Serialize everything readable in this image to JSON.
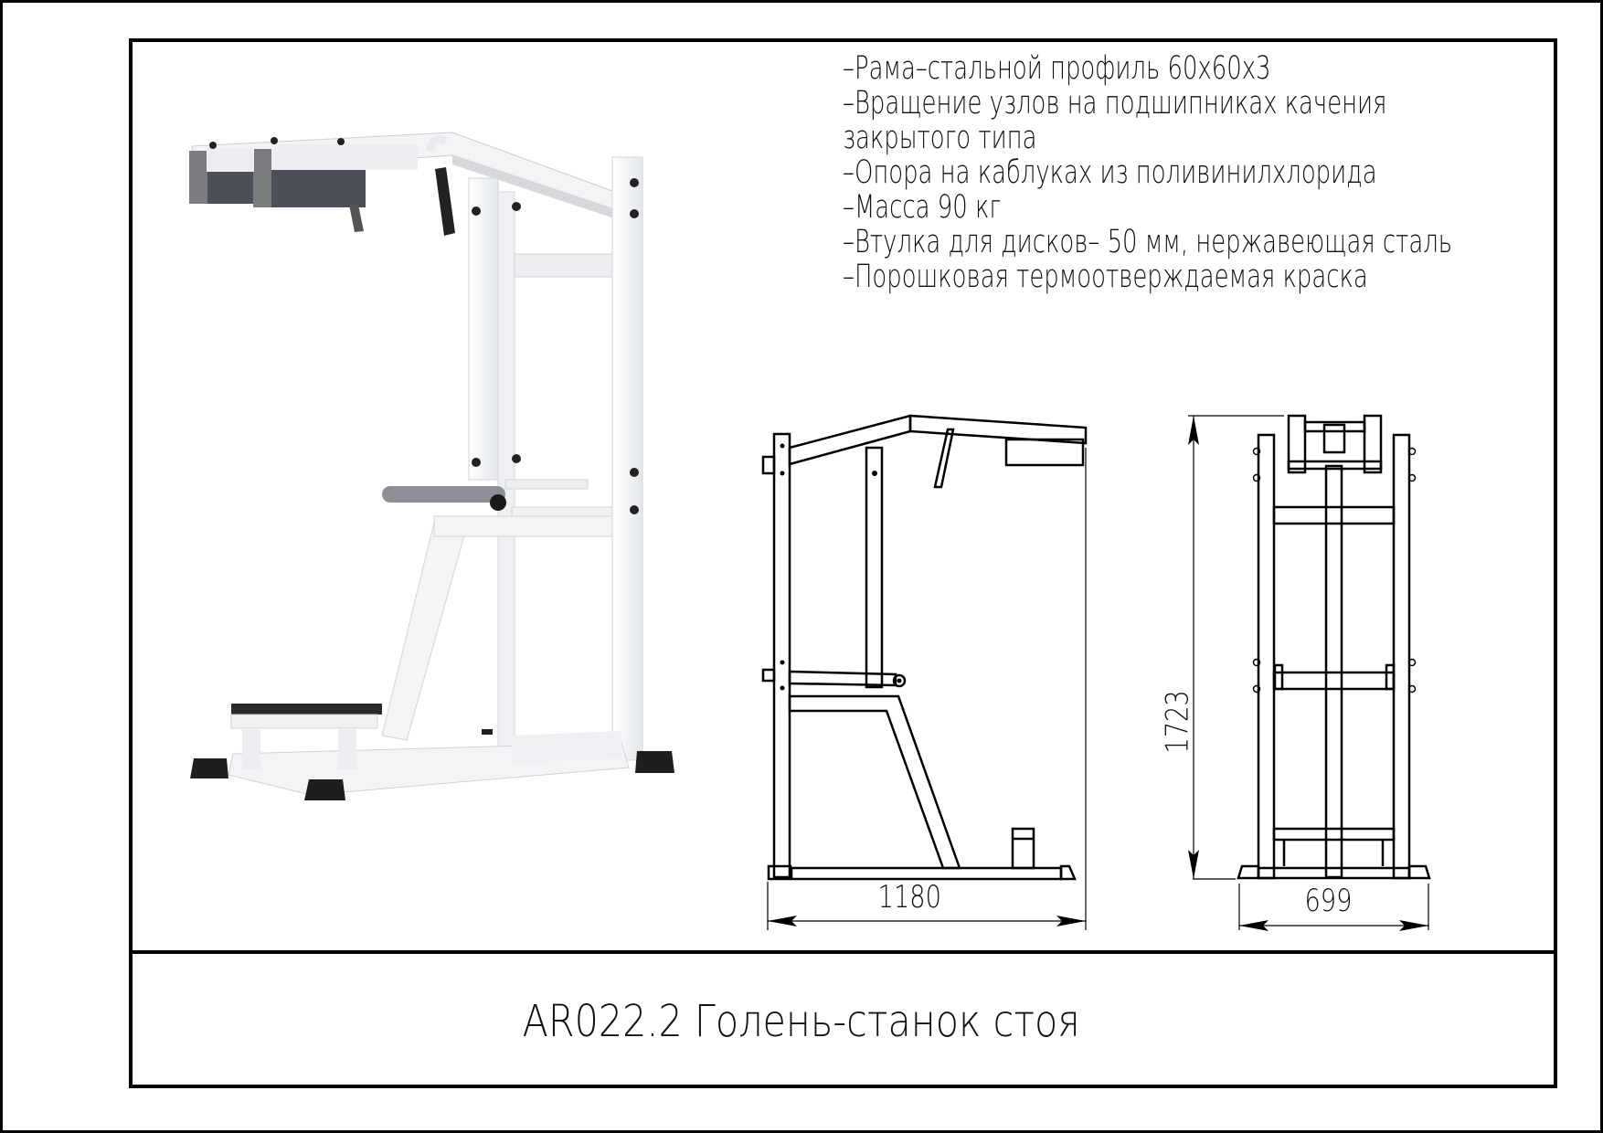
{
  "document": {
    "title": "AR022.2 Голень-станок стоя",
    "specifications": [
      "–Рама–стальной профиль 60х60х3",
      "–Вращение узлов на подшипниках качения",
      "закрытого типа",
      "–Опора на каблуках из поливинилхлорида",
      "–Масса 90 кг",
      "–Втулка для дисков– 50 мм, нержавеющая сталь",
      "–Порошковая термоотверждаемая краска"
    ],
    "dimensions": {
      "length": "1180",
      "width": "699",
      "height": "1723"
    },
    "views": {
      "render": "3d-render-white-frame",
      "side": "side-view-drawing",
      "front": "front-view-drawing"
    },
    "colors": {
      "frame": "#f4f5f7",
      "frame_shadow": "#d9dce1",
      "pad": "#4a4f58",
      "pad_end": "#7a7c80",
      "rubber": "#1e1e1e",
      "line": "#000000"
    }
  }
}
